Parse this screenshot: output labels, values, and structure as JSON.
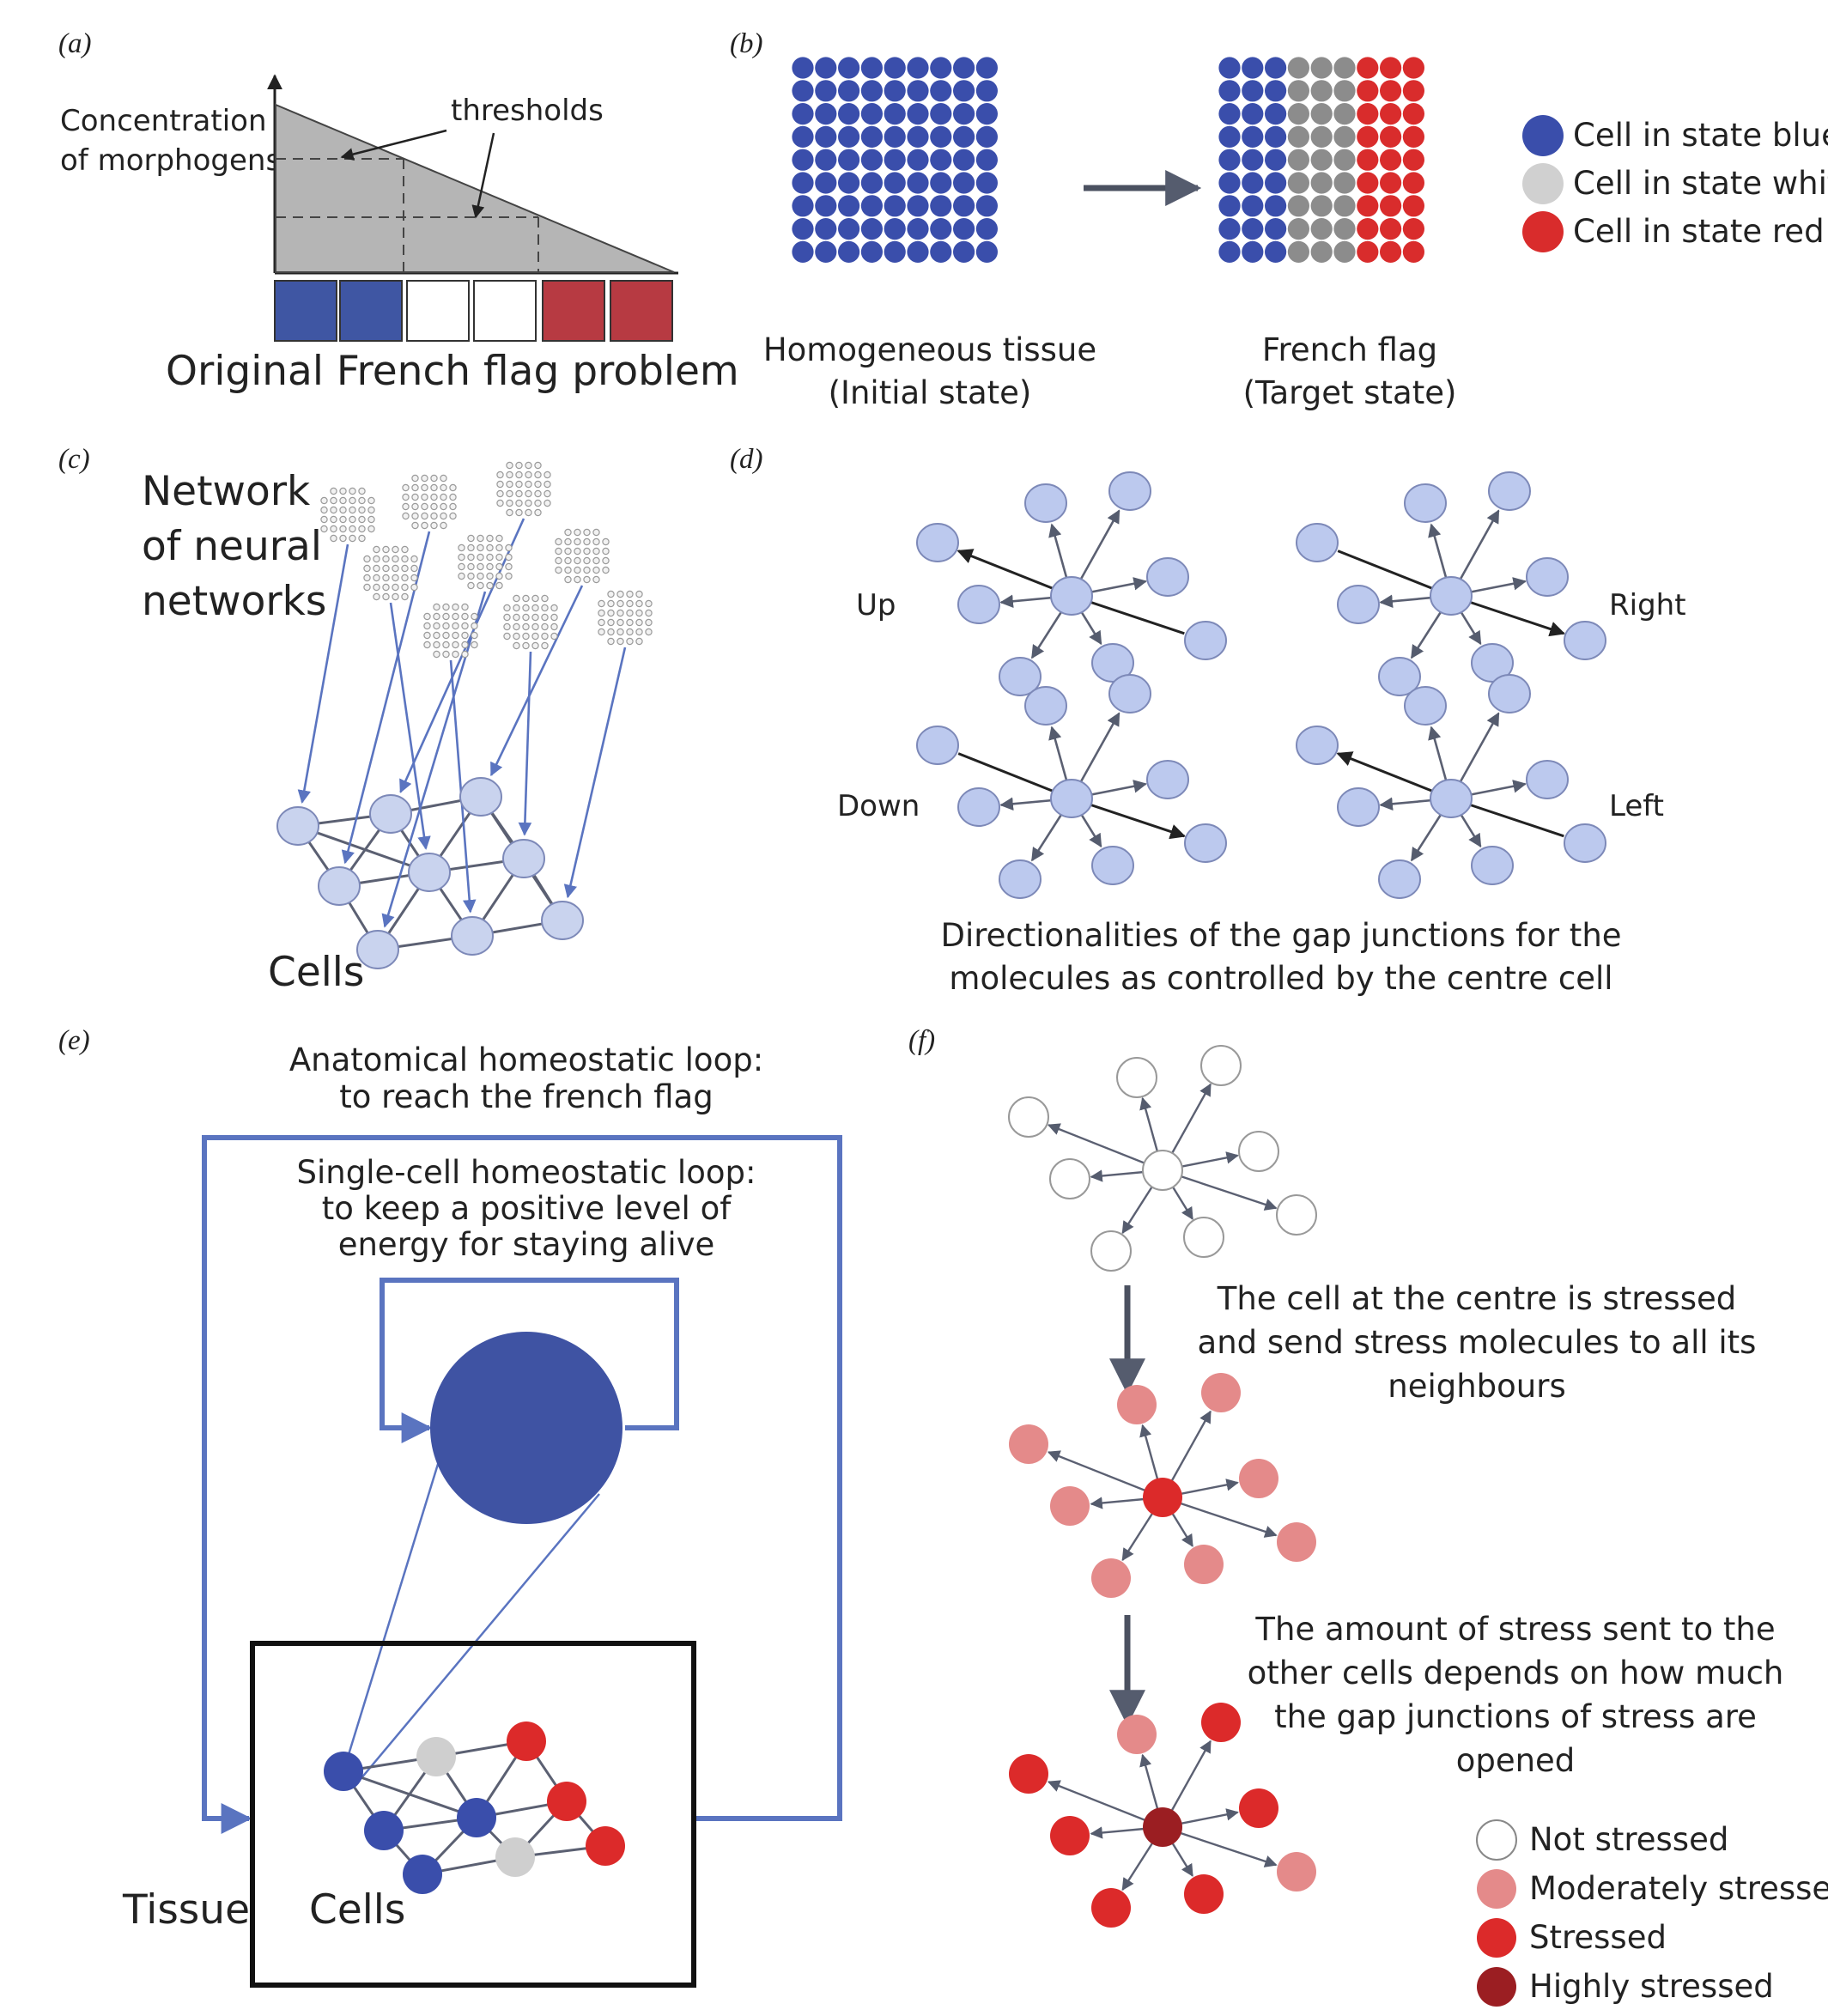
{
  "panels": {
    "a": {
      "label": "(a)",
      "axis_label_line1": "Concentration",
      "axis_label_line2": "of morphogens",
      "thresholds": "thresholds",
      "title": "Original French flag problem",
      "flag_colors": [
        "#3f56a3",
        "#3f56a3",
        "#ffffff",
        "#ffffff",
        "#b73a42",
        "#b73a42"
      ]
    },
    "b": {
      "label": "(b)",
      "initial_line1": "Homogeneous tissue",
      "initial_line2": "(Initial state)",
      "target_line1": "French flag",
      "target_line2": "(Target state)",
      "grid_rows": 9,
      "grid_cols": 9,
      "legend": [
        {
          "label": "Cell in state blue",
          "color": "#3a4eab"
        },
        {
          "label": "Cell in state white",
          "color": "#d0d0d0"
        },
        {
          "label": "Cell in state red",
          "color": "#d92c2c"
        }
      ]
    },
    "c": {
      "label": "(c)",
      "title_line1": "Network",
      "title_line2": "of neural",
      "title_line3": "networks",
      "cells_label": "Cells"
    },
    "d": {
      "label": "(d)",
      "up": "Up",
      "right": "Right",
      "down": "Down",
      "left": "Left",
      "caption_line1": "Directionalities of the gap junctions for the",
      "caption_line2": "molecules as controlled by the centre cell"
    },
    "e": {
      "label": "(e)",
      "loop1_line1": "Anatomical homeostatic loop:",
      "loop1_line2": "to reach the french flag",
      "loop2_line1": "Single-cell homeostatic loop:",
      "loop2_line2": "to keep a positive level of",
      "loop2_line3": "energy for staying alive",
      "tissue_label": "Tissue",
      "cells_label": "Cells"
    },
    "f": {
      "label": "(f)",
      "text1_line1": "The cell at the centre is stressed",
      "text1_line2": "and send stress molecules to all its",
      "text1_line3": "neighbours",
      "text2_line1": "The amount of stress sent to the",
      "text2_line2": "other cells depends on how much",
      "text2_line3": "the gap junctions of stress are",
      "text2_line4": "opened",
      "legend": [
        {
          "label": "Not stressed",
          "color": "#ffffff"
        },
        {
          "label": "Moderately stressed",
          "color": "#e48a8a"
        },
        {
          "label": "Stressed",
          "color": "#dc2a2a"
        },
        {
          "label": "Highly stressed",
          "color": "#9b1e22"
        }
      ]
    }
  }
}
